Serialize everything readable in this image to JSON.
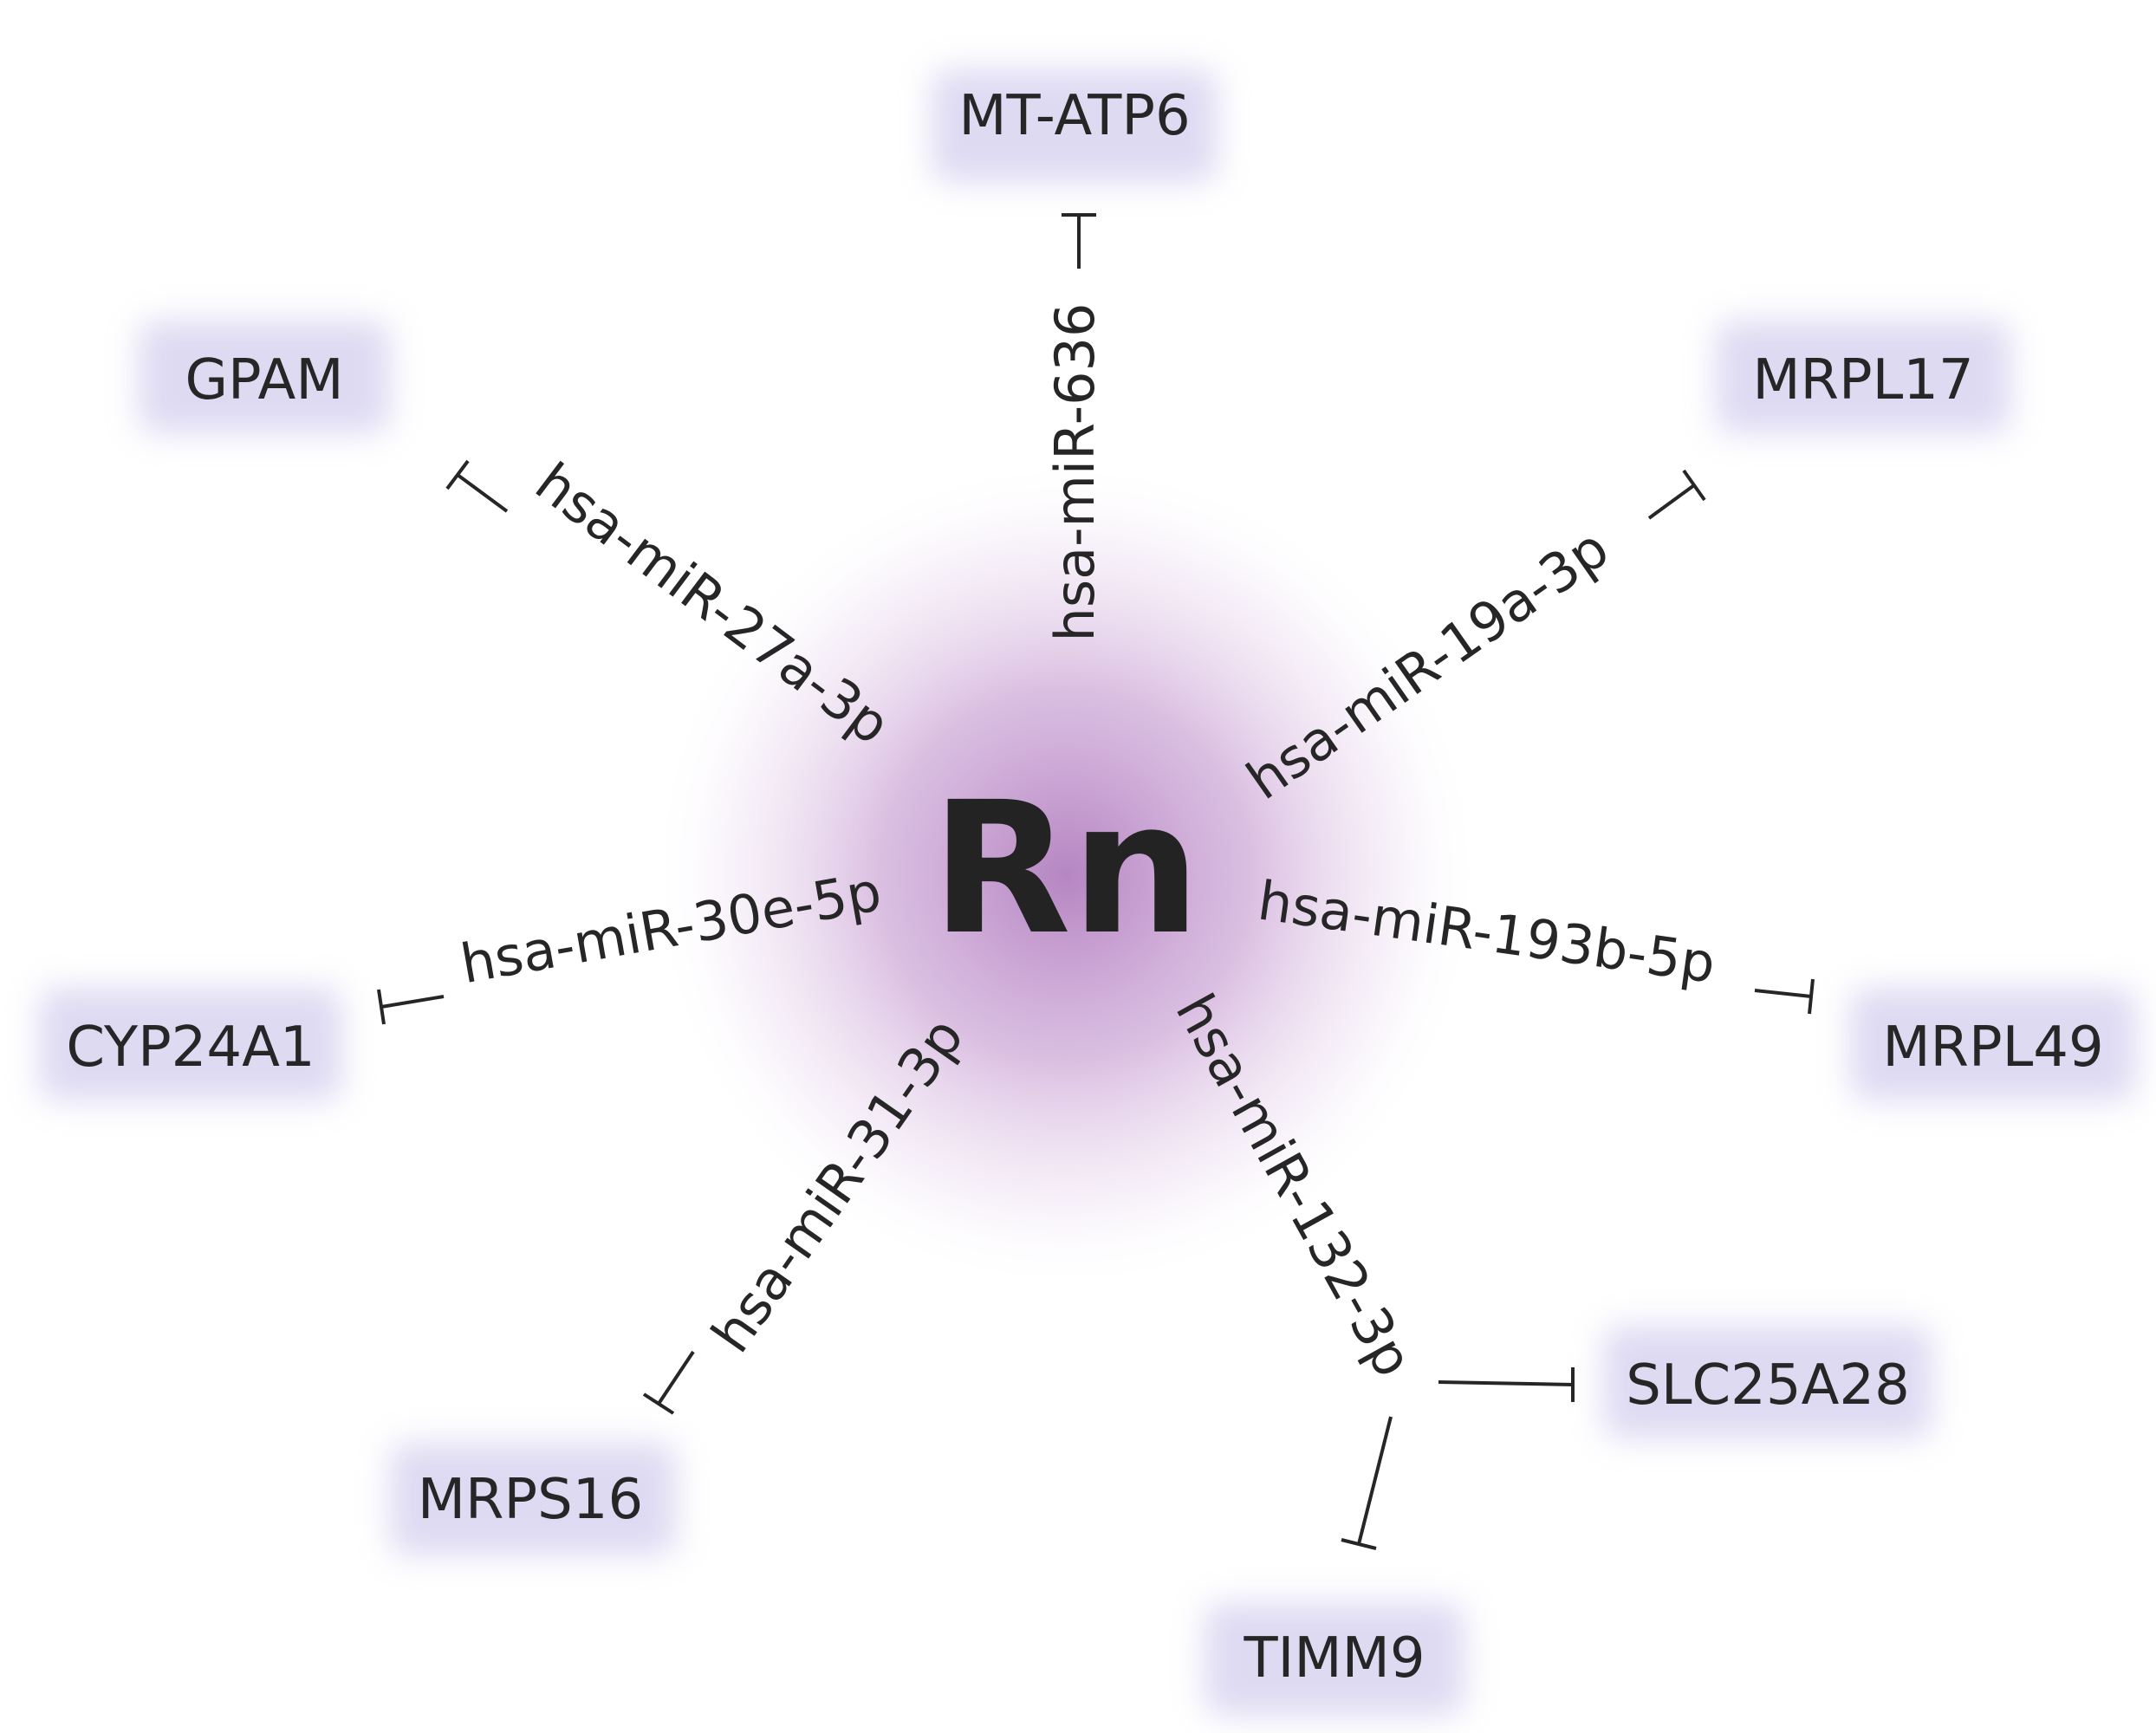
{
  "center": {
    "label": "Rn"
  },
  "genes": [
    {
      "id": "mt-atp6",
      "label": "MT-ATP6"
    },
    {
      "id": "gpam",
      "label": "GPAM"
    },
    {
      "id": "mrpl17",
      "label": "MRPL17"
    },
    {
      "id": "cyp24a1",
      "label": "CYP24A1"
    },
    {
      "id": "mrpl49",
      "label": "MRPL49"
    },
    {
      "id": "mrps16",
      "label": "MRPS16"
    },
    {
      "id": "slc25a28",
      "label": "SLC25A28"
    },
    {
      "id": "timm9",
      "label": "TIMM9"
    }
  ],
  "mirnas": [
    {
      "id": "mir-636",
      "label": "hsa-miR-636",
      "targets": [
        "MT-ATP6"
      ]
    },
    {
      "id": "mir-27a-3p",
      "label": "hsa-miR-27a-3p",
      "targets": [
        "GPAM"
      ]
    },
    {
      "id": "mir-19a-3p",
      "label": "hsa-miR-19a-3p",
      "targets": [
        "MRPL17"
      ]
    },
    {
      "id": "mir-30e-5p",
      "label": "hsa-miR-30e-5p",
      "targets": [
        "CYP24A1"
      ]
    },
    {
      "id": "mir-193b-5p",
      "label": "hsa-miR-193b-5p",
      "targets": [
        "MRPL49"
      ]
    },
    {
      "id": "mir-31-3p",
      "label": "hsa-miR-31-3p",
      "targets": [
        "MRPS16"
      ]
    },
    {
      "id": "mir-132-3p",
      "label": "hsa-miR-132-3p",
      "targets": [
        "SLC25A28",
        "TIMM9"
      ]
    }
  ],
  "colors": {
    "center_glow": "#b27fbf",
    "gene_glow": "#c4bce8",
    "text": "#262626"
  }
}
